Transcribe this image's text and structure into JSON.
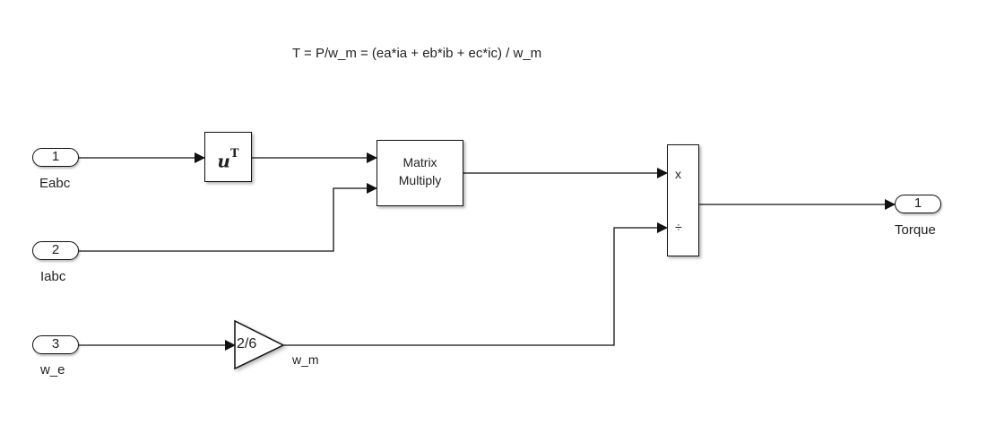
{
  "annotation": "T = P/w_m = (ea*ia + eb*ib + ec*ic) / w_m",
  "inports": [
    {
      "number": "1",
      "name": "Eabc"
    },
    {
      "number": "2",
      "name": "Iabc"
    },
    {
      "number": "3",
      "name": "w_e"
    }
  ],
  "outports": [
    {
      "number": "1",
      "name": "Torque"
    }
  ],
  "blocks": {
    "transpose": {
      "symbol": "u",
      "superscript": "T"
    },
    "matrix_multiply": {
      "line1": "Matrix",
      "line2": "Multiply"
    },
    "product": {
      "sign1": "x",
      "sign2": "÷"
    },
    "gain": {
      "value": "2/6"
    }
  },
  "signals": {
    "gain_output": "w_m"
  }
}
